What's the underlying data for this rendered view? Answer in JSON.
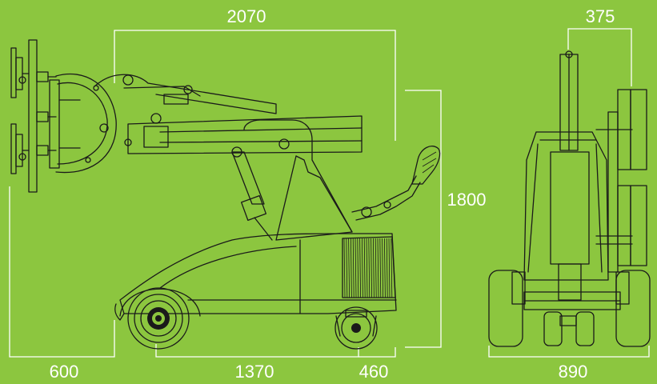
{
  "dimensions": {
    "overall_length": "2070",
    "height": "1800",
    "front_overhang": "600",
    "wheelbase": "1370",
    "rear_overhang": "460",
    "frame_width": "375",
    "overall_width": "890"
  },
  "colors": {
    "background": "#8cc63f",
    "dimension_lines": "#ffffff",
    "drawing_ink": "#1a1a1a"
  }
}
